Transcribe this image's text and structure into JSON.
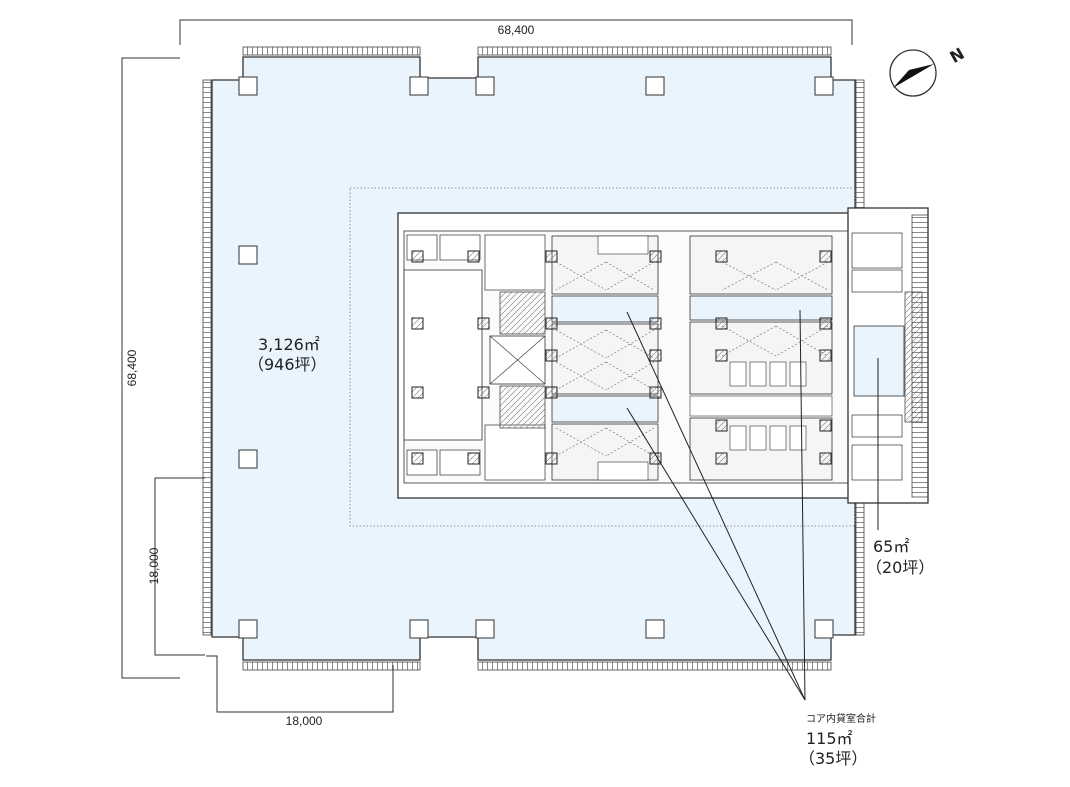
{
  "dimensions": {
    "top_width": "68,400",
    "left_height": "68,400",
    "bottom_span": "18,000",
    "left_span": "18,000"
  },
  "areas": {
    "office": {
      "sqm": "3,126㎡",
      "tsubo": "（946坪）"
    },
    "side": {
      "sqm": "65㎡",
      "tsubo": "（20坪）"
    },
    "core": {
      "label": "コア内貸室合計",
      "sqm": "115㎡",
      "tsubo": "（35坪）"
    }
  },
  "compass": {
    "label": "N"
  },
  "colors": {
    "floor": "#eaf4fc",
    "line": "#333333",
    "shaft": "#f5f5f5"
  }
}
